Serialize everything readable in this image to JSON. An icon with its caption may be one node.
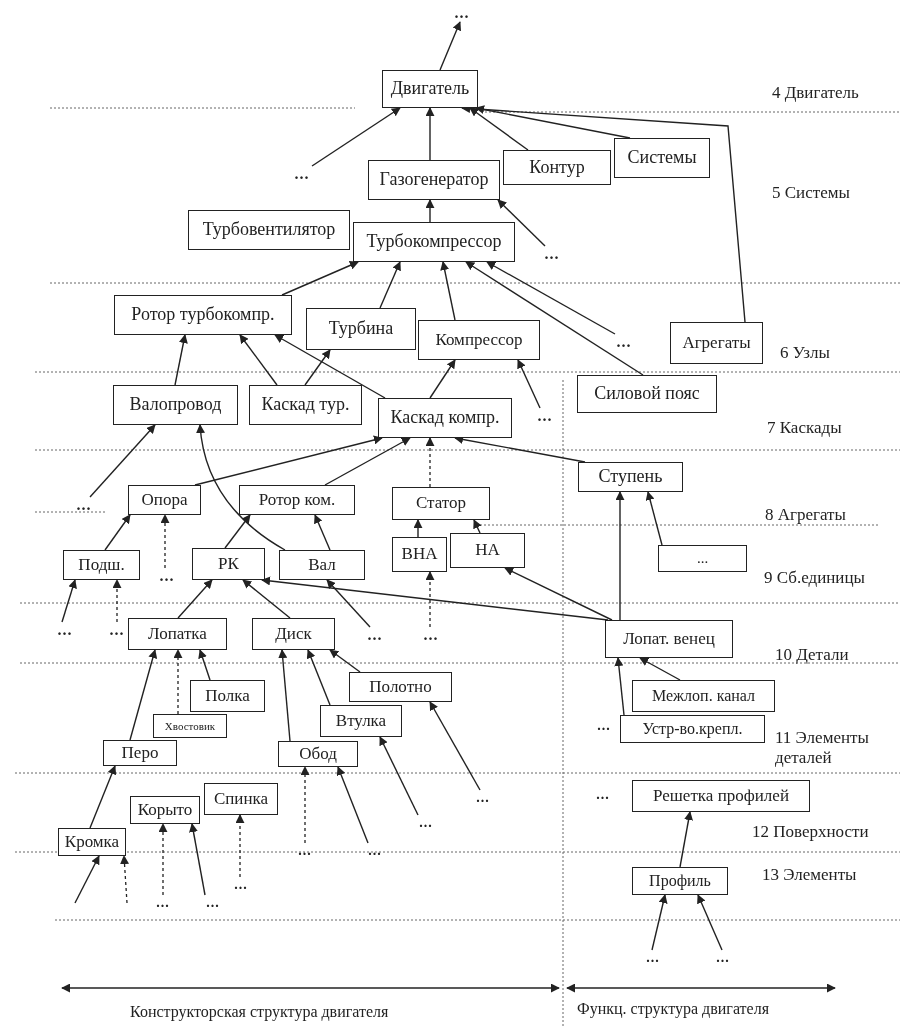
{
  "diagram": {
    "nodes": [
      {
        "text": [
          "..."
        ]
      },
      {
        "text": [
          "Двигатель"
        ]
      },
      {
        "text": [
          "..."
        ]
      },
      {
        "text": [
          "Газогенератор"
        ]
      },
      {
        "text": [
          "Контур"
        ]
      },
      {
        "text": [
          "Системы"
        ]
      },
      {
        "text": [
          "Турбовентилятор"
        ]
      },
      {
        "text": [
          "Турбокомпрессор"
        ]
      },
      {
        "text": [
          "..."
        ]
      },
      {
        "text": [
          "Ротор турбокомпр."
        ]
      },
      {
        "text": [
          "Турбина"
        ]
      },
      {
        "text": [
          "Компрессор"
        ]
      },
      {
        "text": [
          "..."
        ]
      },
      {
        "text": [
          "Агрегаты"
        ]
      },
      {
        "text": [
          "Валопровод"
        ]
      },
      {
        "text": [
          "Каскад тур."
        ]
      },
      {
        "text": [
          "Каскад компр."
        ]
      },
      {
        "text": [
          "..."
        ]
      },
      {
        "text": [
          "Силовой пояс"
        ]
      },
      {
        "text": [
          "..."
        ]
      },
      {
        "text": [
          "Опора"
        ]
      },
      {
        "text": [
          "Ротор ком."
        ]
      },
      {
        "text": [
          "Статор"
        ]
      },
      {
        "text": [
          "Ступень"
        ]
      },
      {
        "text": [
          "Подш."
        ]
      },
      {
        "text": [
          "..."
        ]
      },
      {
        "text": [
          "РК"
        ]
      },
      {
        "text": [
          "Вал"
        ]
      },
      {
        "text": [
          "ВНА"
        ]
      },
      {
        "text": [
          "НА"
        ]
      },
      {
        "text": [
          "..."
        ]
      },
      {
        "text": [
          "..."
        ]
      },
      {
        "text": [
          "..."
        ]
      },
      {
        "text": [
          "Лопатка"
        ]
      },
      {
        "text": [
          "Диск"
        ]
      },
      {
        "text": [
          "..."
        ]
      },
      {
        "text": [
          "..."
        ]
      },
      {
        "text": [
          "Лопат. венец"
        ]
      },
      {
        "text": [
          "Полка"
        ]
      },
      {
        "text": [
          "Хвостовик"
        ]
      },
      {
        "text": [
          "Перо"
        ]
      },
      {
        "text": [
          "Полотно"
        ]
      },
      {
        "text": [
          "Втулка"
        ]
      },
      {
        "text": [
          "Обод"
        ]
      },
      {
        "text": [
          "Межлоп. канал"
        ]
      },
      {
        "text": [
          "..."
        ]
      },
      {
        "text": [
          "Устр-во.крепл."
        ]
      },
      {
        "text": [
          "..."
        ]
      },
      {
        "text": [
          "..."
        ]
      },
      {
        "text": [
          "Спинка"
        ]
      },
      {
        "text": [
          "Корыто"
        ]
      },
      {
        "text": [
          "Кромка"
        ]
      },
      {
        "text": [
          "..."
        ]
      },
      {
        "text": [
          "..."
        ]
      },
      {
        "text": [
          "..."
        ]
      },
      {
        "text": [
          "Решетка профилей"
        ]
      },
      {
        "text": [
          "..."
        ]
      },
      {
        "text": [
          "..."
        ]
      },
      {
        "text": [
          "..."
        ]
      },
      {
        "text": [
          "Профиль"
        ]
      },
      {
        "text": [
          "..."
        ]
      },
      {
        "text": [
          "..."
        ]
      }
    ],
    "edges": [
      {
        "from": 1,
        "to": 0,
        "arrow": "to"
      },
      {
        "from": 2,
        "to": 1,
        "arrow": "to"
      },
      {
        "from": 3,
        "to": 1,
        "arrow": "to"
      },
      {
        "from": 4,
        "to": 1,
        "arrow": "to"
      },
      {
        "from": 5,
        "to": 1,
        "arrow": "to"
      },
      {
        "from": 13,
        "to": 1,
        "arrow": "to"
      },
      {
        "from": 7,
        "to": 3,
        "arrow": "to"
      },
      {
        "from": 8,
        "to": 3,
        "arrow": "to"
      },
      {
        "from": 9,
        "to": 7,
        "arrow": "to"
      },
      {
        "from": 10,
        "to": 7,
        "arrow": "to"
      },
      {
        "from": 11,
        "to": 7,
        "arrow": "to"
      },
      {
        "from": 18,
        "to": 7,
        "arrow": "to"
      },
      {
        "from": 12,
        "to": 7,
        "arrow": "to"
      },
      {
        "from": 14,
        "to": 9,
        "arrow": "to"
      },
      {
        "from": 15,
        "to": 9,
        "arrow": "to"
      },
      {
        "from": 16,
        "to": 9,
        "arrow": "to"
      },
      {
        "from": 15,
        "to": 10,
        "arrow": "to"
      },
      {
        "from": 16,
        "to": 11,
        "arrow": "to"
      },
      {
        "from": 17,
        "to": 11,
        "arrow": "to"
      },
      {
        "from": 19,
        "to": 14,
        "arrow": "to"
      },
      {
        "from": 27,
        "to": 14,
        "arrow": "to"
      },
      {
        "from": 20,
        "to": 16,
        "arrow": "to"
      },
      {
        "from": 21,
        "to": 16,
        "arrow": "to"
      },
      {
        "from": 22,
        "to": 16,
        "arrow": "to",
        "style": "dashed"
      },
      {
        "from": 23,
        "to": 16,
        "arrow": "to"
      },
      {
        "from": 24,
        "to": 20,
        "arrow": "to"
      },
      {
        "from": 25,
        "to": 20,
        "arrow": "to",
        "style": "dashed"
      },
      {
        "from": 26,
        "to": 21,
        "arrow": "to"
      },
      {
        "from": 27,
        "to": 21,
        "arrow": "to"
      },
      {
        "from": 28,
        "to": 22,
        "arrow": "to"
      },
      {
        "from": 29,
        "to": 22,
        "arrow": "to"
      },
      {
        "from": 37,
        "to": 23,
        "arrow": "to"
      },
      {
        "from": 30,
        "to": 23,
        "arrow": "to"
      },
      {
        "from": 31,
        "to": 24,
        "arrow": "to"
      },
      {
        "from": 32,
        "to": 24,
        "arrow": "to",
        "style": "dashed"
      },
      {
        "from": 33,
        "to": 26,
        "arrow": "to"
      },
      {
        "from": 34,
        "to": 26,
        "arrow": "to"
      },
      {
        "from": 37,
        "to": 26,
        "arrow": "to"
      },
      {
        "from": 35,
        "to": 27,
        "arrow": "to"
      },
      {
        "from": 36,
        "to": 28,
        "arrow": "to",
        "style": "dashed"
      },
      {
        "from": 37,
        "to": 29,
        "arrow": "to"
      },
      {
        "from": 40,
        "to": 33,
        "arrow": "to"
      },
      {
        "from": 39,
        "to": 33,
        "arrow": "to",
        "style": "dashed"
      },
      {
        "from": 38,
        "to": 33,
        "arrow": "to"
      },
      {
        "from": 43,
        "to": 34,
        "arrow": "to"
      },
      {
        "from": 42,
        "to": 34,
        "arrow": "to"
      },
      {
        "from": 41,
        "to": 34,
        "arrow": "to"
      },
      {
        "from": 44,
        "to": 37,
        "arrow": "to"
      },
      {
        "from": 46,
        "to": 37,
        "arrow": "to"
      },
      {
        "from": 51,
        "to": 40,
        "arrow": "to"
      },
      {
        "from": 52,
        "to": 43,
        "arrow": "to",
        "style": "dashed"
      },
      {
        "from": 53,
        "to": 43,
        "arrow": "to"
      },
      {
        "from": 48,
        "to": 42,
        "arrow": "to"
      },
      {
        "from": 47,
        "to": 41,
        "arrow": "to"
      },
      {
        "from": 57,
        "to": 50,
        "arrow": "to",
        "style": "dashed"
      },
      {
        "from": 58,
        "to": 50,
        "arrow": "to"
      },
      {
        "from": 56,
        "to": 49,
        "arrow": "to",
        "style": "dashed"
      },
      {
        "from": null,
        "to": 51,
        "arrow": "to"
      },
      {
        "from": null,
        "to": 51,
        "arrow": "to",
        "style": "dashed"
      },
      {
        "from": 59,
        "to": 55,
        "arrow": "to"
      },
      {
        "from": 60,
        "to": 59,
        "arrow": "to"
      },
      {
        "from": 61,
        "to": 59,
        "arrow": "to"
      }
    ],
    "labels": [
      "4 Двигатель",
      "5 Системы",
      "6 Узлы",
      "7 Каскады",
      "8 Агрегаты",
      "9 Сб.единицы",
      "10 Детали",
      "11 Элементы деталей",
      "12 Поверхности",
      "13 Элементы",
      "Конструкторская структура двигателя",
      "Функц. структура двигателя"
    ]
  }
}
